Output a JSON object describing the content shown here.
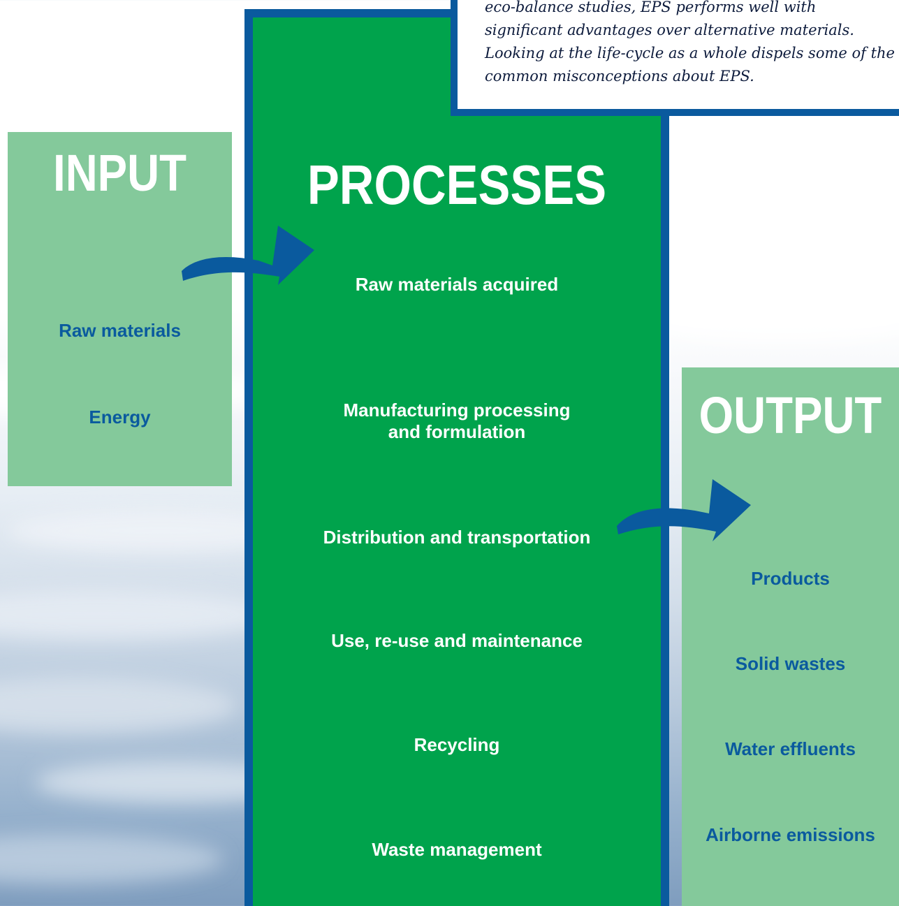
{
  "callout": {
    "lines": [
      "eco-balance studies, EPS performs well with",
      "significant advantages over alternative materials.",
      "Looking at the life-cycle as a whole dispels some of the",
      "common misconceptions about EPS."
    ]
  },
  "input": {
    "heading": "INPUT",
    "items": [
      "Raw materials",
      "Energy"
    ]
  },
  "processes": {
    "heading": "PROCESSES",
    "items": [
      "Raw materials acquired",
      "Manufacturing processing",
      "and formulation",
      "Distribution and transportation",
      "Use, re-use and maintenance",
      "Recycling",
      "Waste management"
    ]
  },
  "output": {
    "heading": "OUTPUT",
    "items": [
      "Products",
      "Solid wastes",
      "Water effluents",
      "Airborne emissions"
    ]
  },
  "colors": {
    "process_green": "#00a34c",
    "panel_green": "#84c99b",
    "brand_blue": "#0a5a9e",
    "heading_white": "#ffffff"
  }
}
